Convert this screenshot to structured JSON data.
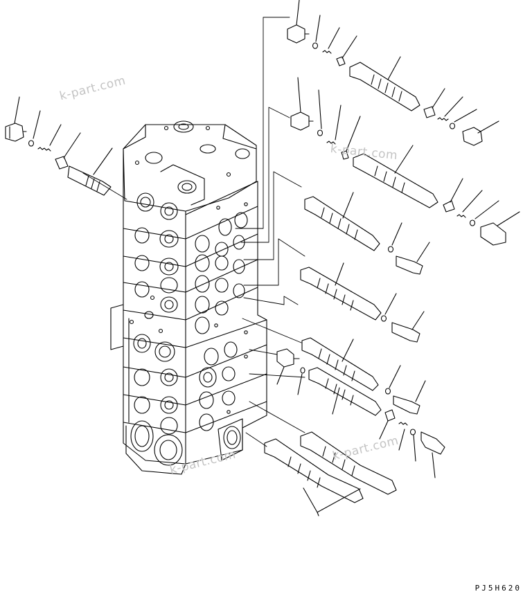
{
  "watermarks": [
    "k-part.com",
    "k-part.com",
    "k-part.com",
    "k-part.com"
  ],
  "diagram_code": "PJ5H620",
  "ink_color": "#000000",
  "watermark_color": "#c4c4c4"
}
